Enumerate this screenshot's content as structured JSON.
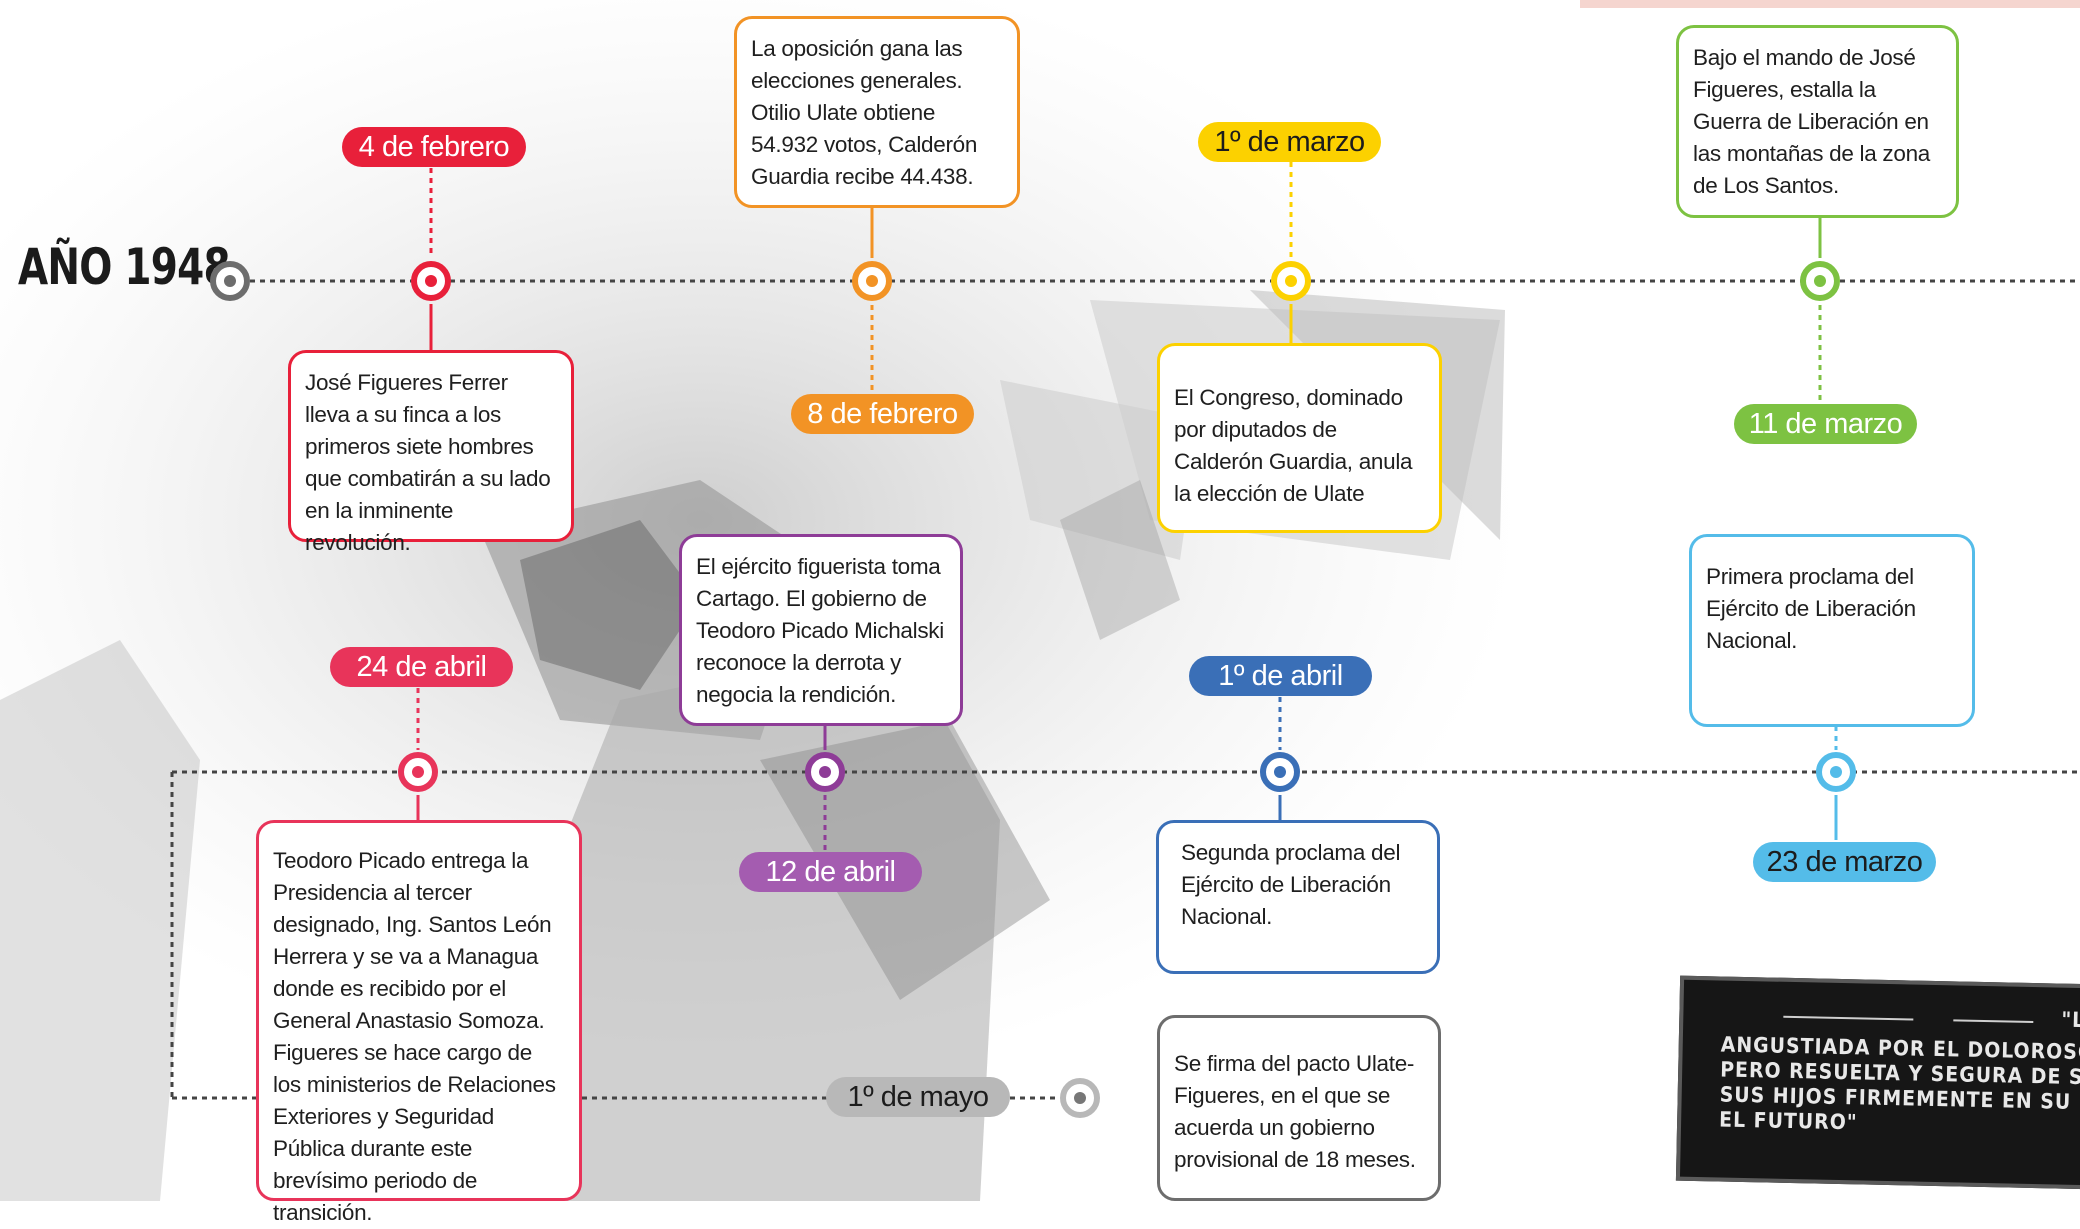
{
  "title": "AÑO 1948",
  "colors": {
    "red": "#e8203a",
    "orange": "#f29325",
    "yellow": "#fcd100",
    "green": "#7dc242",
    "pink": "#e8345a",
    "purple": "#8e3c97",
    "blue": "#3a6fb7",
    "sky": "#54bce9",
    "gray": "#b8b8b8"
  },
  "events": [
    {
      "date": "4 de febrero",
      "text": "José Figueres Ferrer lleva a su finca a los primeros siete hombres  que  combatirán a su lado en la inminente revolución."
    },
    {
      "date": "8 de febrero",
      "text": "La oposición gana las elecciones generales. Otilio Ulate obtiene 54.932 votos, Calderón Guardia recibe 44.438."
    },
    {
      "date": "1º de marzo",
      "text": "El Congreso, dominado por diputados de Calderón Guardia, anula la elección de Ulate"
    },
    {
      "date": "11 de marzo",
      "text": "Bajo el mando de José Figueres, estalla la Guerra de Liberación en las montañas de la zona de Los Santos."
    },
    {
      "date": "23 de marzo",
      "text": "Primera proclama del Ejército de Liberación Nacional."
    },
    {
      "date": "1º de abril",
      "text": "Segunda proclama del Ejército de Liberación Nacional."
    },
    {
      "date": "12 de abril",
      "text": "El ejército figuerista toma Cartago.  El gobierno de Teodoro Picado Michalski reconoce la derrota y negocia la rendición."
    },
    {
      "date": "24 de abril",
      "text": "Teodoro Picado entrega la Presidencia  al tercer designado, Ing. Santos León Herrera y se va a Managua donde es recibido por el General Anastasio Somoza.\nFigueres se hace cargo de los ministerios de Relaciones Exteriores y Seguridad Pública durante este brevísimo periodo de transición."
    },
    {
      "date": "1º de mayo",
      "text": "Se firma del pacto Ulate-Figueres, en el que se acuerda un gobierno provisional de 18 meses."
    }
  ],
  "plaque": {
    "quote_mark": "\"L",
    "lines": [
      "ANGUSTIADA POR EL DOLOROSO PASADO",
      "PERO RESUELTA Y SEGURA DE SU MISION",
      "SUS HIJOS FIRMEMENTE EN SU RAUDA MAI",
      "EL FUTURO\""
    ]
  }
}
